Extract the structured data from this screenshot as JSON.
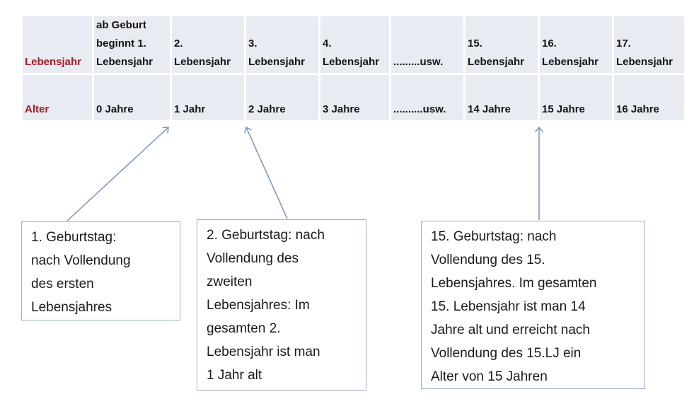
{
  "table": {
    "row_labels": {
      "lebensjahr": "Lebensjahr",
      "alter": "Alter"
    },
    "columns": [
      {
        "lebensjahr": "ab Geburt\nbeginnt 1.\nLebensjahr",
        "alter": "0 Jahre"
      },
      {
        "lebensjahr": "2.\nLebensjahr",
        "alter": "1 Jahr"
      },
      {
        "lebensjahr": "3.\nLebensjahr",
        "alter": "2 Jahre"
      },
      {
        "lebensjahr": "4.\nLebensjahr",
        "alter": "3 Jahre"
      },
      {
        "lebensjahr": ".........usw.",
        "alter": "..........usw."
      },
      {
        "lebensjahr": "15.\nLebensjahr",
        "alter": "14 Jahre"
      },
      {
        "lebensjahr": "16.\nLebensjahr",
        "alter": "15 Jahre"
      },
      {
        "lebensjahr": "17.\nLebensjahr",
        "alter": "16 Jahre"
      }
    ]
  },
  "callouts": [
    {
      "text": "1. Geburtstag:\nnach Vollendung\ndes ersten\nLebensjahres"
    },
    {
      "text": "2. Geburtstag: nach\nVollendung  des\nzweiten\nLebensjahres: Im\ngesamten 2.\nLebensjahr ist man\n1 Jahr alt"
    },
    {
      "text": "15. Geburtstag: nach\nVollendung  des 15.\nLebensjahres. Im gesamten\n15. Lebensjahr ist man 14\nJahre alt und  erreicht nach\nVollendung des 15.LJ ein\nAlter von 15 Jahren"
    }
  ],
  "colors": {
    "row_label_red": "#a11b2a",
    "cell_background": "#e9ebf2",
    "cell_text": "#141414",
    "callout_border": "#9dadc6",
    "arrow_blue": "#7a92b8"
  }
}
